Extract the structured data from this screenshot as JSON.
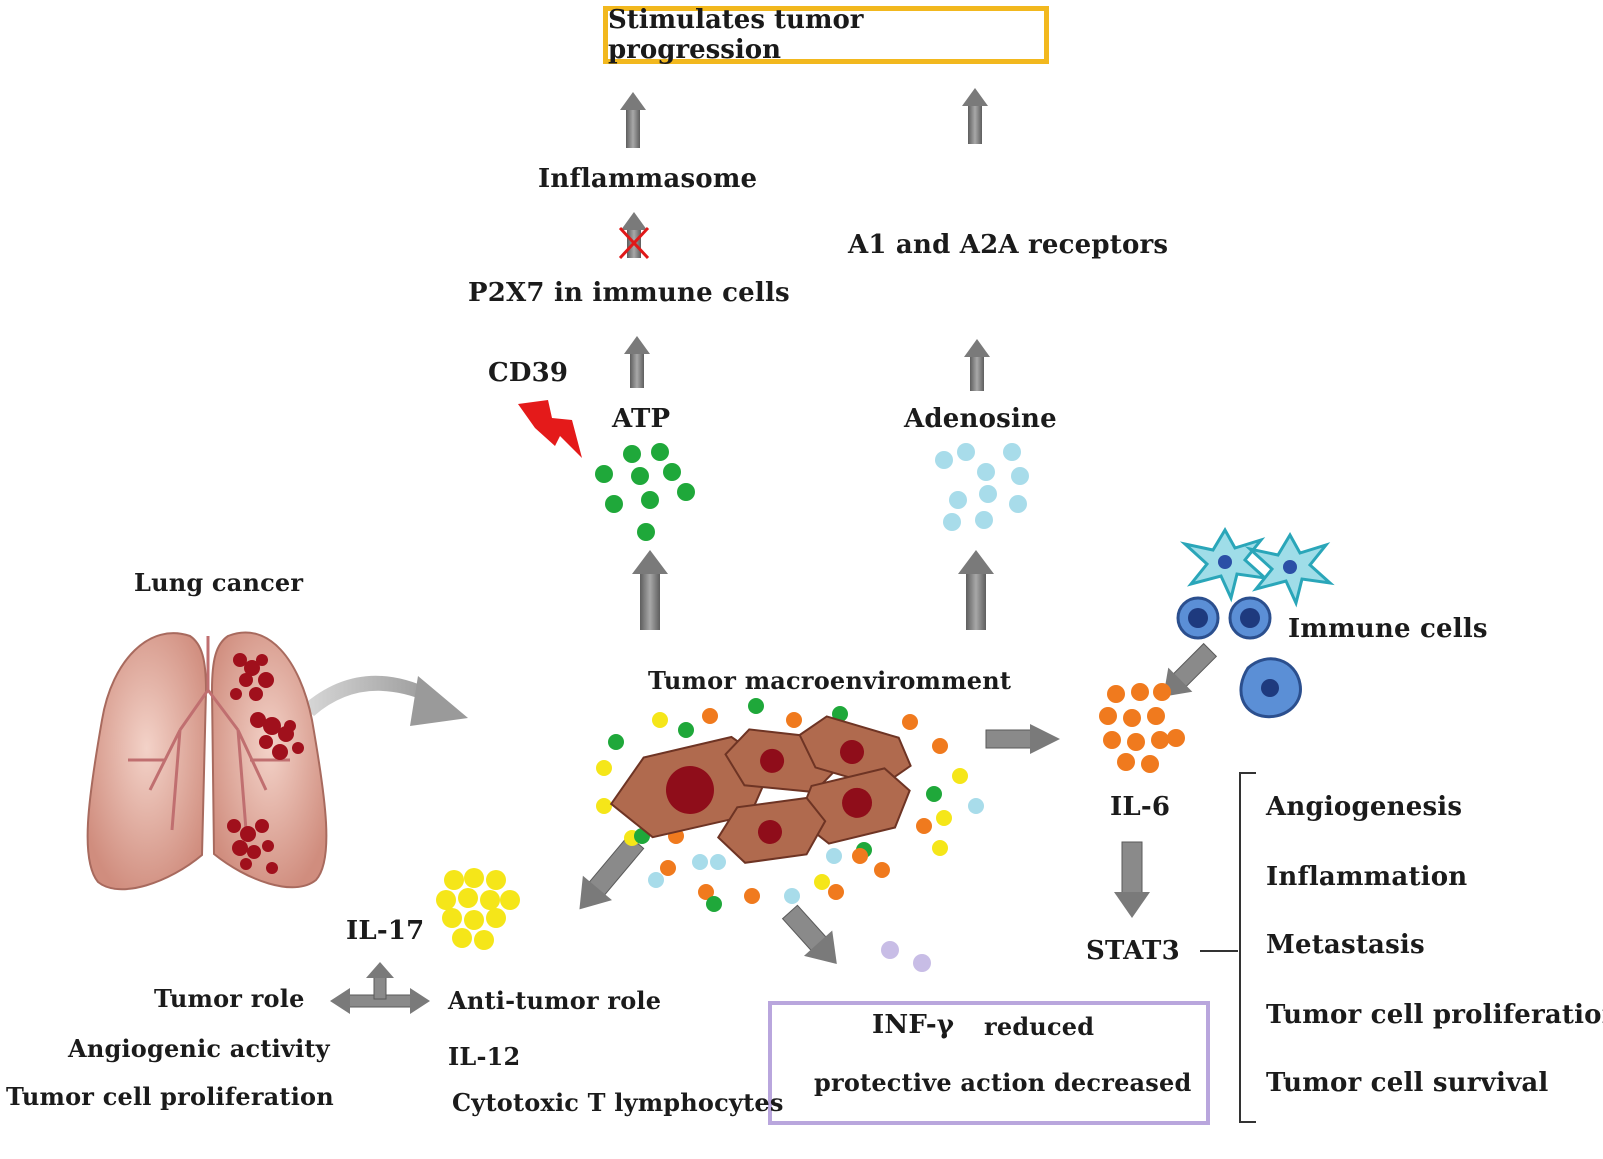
{
  "top_box": "Stimulates tumor progression",
  "atp_path": {
    "inflammasome": "Inflammasome",
    "p2x7": "P2X7 in immune cells",
    "cd39": "CD39",
    "atp": "ATP"
  },
  "adenosine_path": {
    "receptors": "A1 and A2A receptors",
    "adenosine": "Adenosine"
  },
  "lung": {
    "label": "Lung cancer"
  },
  "tumor": {
    "label": "Tumor macroenviromment"
  },
  "immune": {
    "label": "Immune cells"
  },
  "il6": {
    "label": "IL-6",
    "stat3": "STAT3"
  },
  "effects": [
    "Angiogenesis",
    "Inflammation",
    "Metastasis",
    "Tumor cell proliferation",
    "Tumor cell survival"
  ],
  "il17": {
    "label": "IL-17",
    "tumor_role": "Tumor role",
    "angiogenic": "Angiogenic activity",
    "proliferation": "Tumor cell proliferation",
    "anti_tumor": "Anti-tumor role",
    "il12": "IL-12",
    "ctl": "Cytotoxic T lymphocytes"
  },
  "ifn_box": {
    "ifn": "INF-γ",
    "reduced": "reduced",
    "protective": "protective action decreased"
  },
  "colors": {
    "atp_green": "#1fa83a",
    "adenosine_blue": "#a8dcea",
    "il6_orange": "#f07a1e",
    "il17_yellow": "#f5e619",
    "arrow_gray": "#8a8a8a",
    "top_box_border": "#f2b81e",
    "ifn_box_border": "#b9a6dd",
    "tumor_cell": "#b06a4e",
    "nucleus": "#8f0d1a",
    "lung_pink": "#e6b4a8",
    "tumor_spot": "#a0101c"
  }
}
